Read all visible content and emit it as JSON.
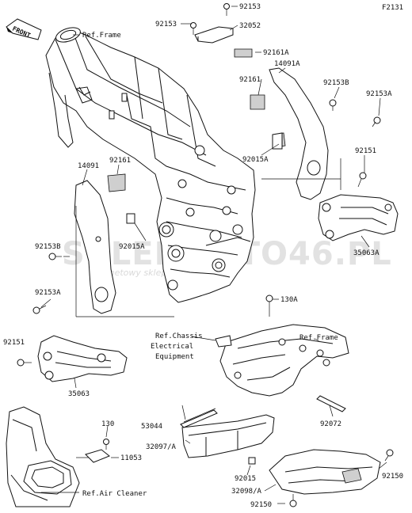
{
  "diagram_code": "F2131",
  "front_arrow_label": "FRONT",
  "watermark": {
    "main": "SKLEPMOTO46.PL",
    "sub": "internetowy sklep motocyklowy"
  },
  "labels": {
    "l_92153_top": "92153",
    "l_92153_a": "92153",
    "l_32052": "32052",
    "l_92161A_top": "92161A",
    "l_14091A": "14091A",
    "l_92161_r": "92161",
    "l_92153B_r": "92153B",
    "l_92153A_r": "92153A",
    "l_92015A_r": "92015A",
    "l_92151_r": "92151",
    "l_14091": "14091",
    "l_92161_l": "92161",
    "l_92153B_l": "92153B",
    "l_92015A_l": "92015A",
    "l_35063A": "35063A",
    "l_92153A_l": "92153A",
    "l_130A": "130A",
    "l_92151_l": "92151",
    "l_35063": "35063",
    "l_53044": "53044",
    "l_130": "130",
    "l_11053": "11053",
    "l_32097A": "32097/A",
    "l_92072": "92072",
    "l_92015": "92015",
    "l_92150_r": "92150",
    "l_32098A": "32098/A",
    "l_92150_b": "92150"
  },
  "refs": {
    "ref_frame_top": "Ref.Frame",
    "ref_chassis_1": "Ref.Chassis",
    "ref_chassis_2": "Electrical",
    "ref_chassis_3": "Equipment",
    "ref_frame_mid": "Ref.Frame",
    "ref_air_cleaner": "Ref.Air Cleaner"
  }
}
